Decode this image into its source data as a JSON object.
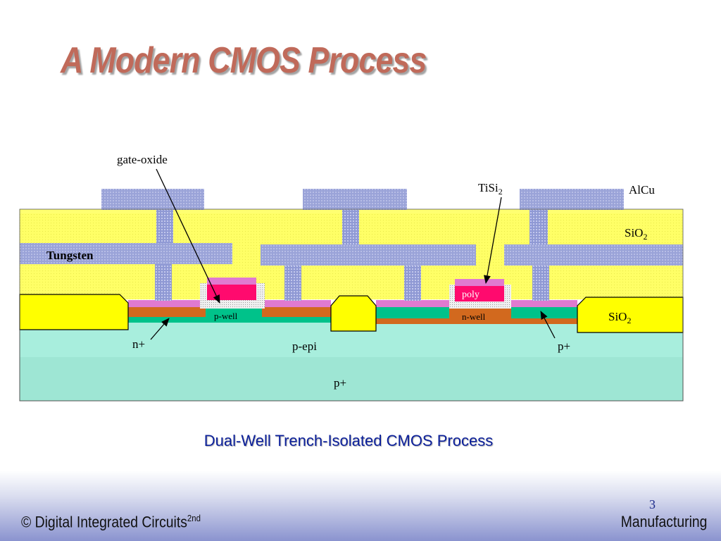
{
  "slide": {
    "title": "A Modern CMOS Process",
    "caption": "Dual-Well Trench-Isolated CMOS Process",
    "page_number": "3",
    "footer_left": "© Digital Integrated Circuits",
    "footer_left_sup": "2nd",
    "footer_right": "Manufacturing"
  },
  "labels": {
    "gate_oxide": "gate-oxide",
    "tisi": "TiSi",
    "tisi_sub": "2",
    "alcu": "AlCu",
    "sio2_top": "SiO",
    "sio2_top_sub": "2",
    "tungsten": "Tungsten",
    "poly": "poly",
    "p_well": "p-well",
    "n_well": "n-well",
    "sio2_right": "SiO",
    "sio2_right_sub": "2",
    "n_plus": "n+",
    "p_epi": "p-epi",
    "p_plus_right": "p+",
    "p_plus_substrate": "p+"
  },
  "colors": {
    "title": "#c06a5a",
    "caption": "#0b1f9a",
    "dielectric": "#ffff66",
    "metal": "#9aa3d8",
    "tungsten_via": "#9aa3d8",
    "substrate_epi": "#a8eedd",
    "substrate_p_plus": "#9ee6d4",
    "trench_oxide": "#ffff00",
    "well": "#d2691e",
    "nplus_diffusion": "#00c28a",
    "silicide": "#e07ad0",
    "poly": "#ff0a6e",
    "spacer": "#d8d8d8"
  }
}
